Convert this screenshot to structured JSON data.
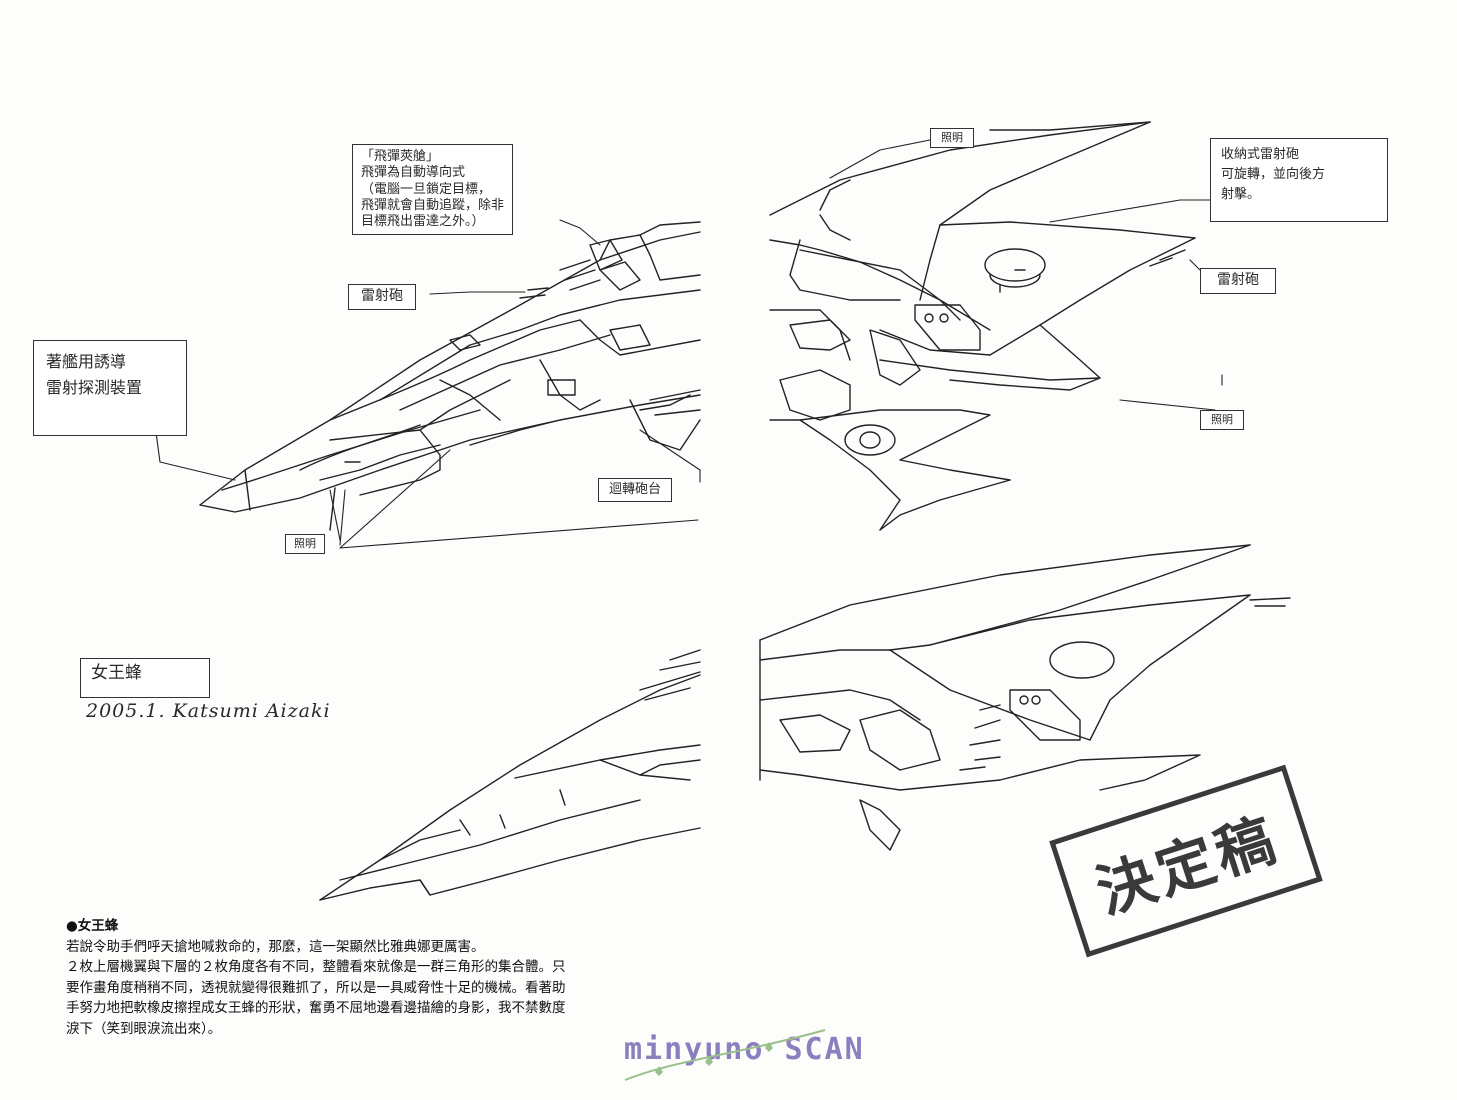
{
  "labels": {
    "missile_box": [
      "「飛彈莢艙」",
      "飛彈為自動導向式",
      "（電腦一旦鎖定目標，",
      "飛彈就會自動追蹤，除非",
      "目標飛出雷達之外。）"
    ],
    "laser_gun_left": "雷射砲",
    "guidance_box": [
      "著艦用誘導",
      "雷射探測裝置"
    ],
    "turret": "迴轉砲台",
    "lighting_bottom_left": "照明",
    "lighting_top": "照明",
    "retractable_box": [
      "收納式雷射砲",
      "可旋轉，並向後方",
      "射擊。"
    ],
    "laser_gun_right": "雷射砲",
    "lighting_right": "照明"
  },
  "name_tag": "女王蜂",
  "signature": "2005.1. Katsumi Aizaki",
  "stamp": "決定稿",
  "description": {
    "title": "●女王蜂",
    "lines": [
      "若說令助手們呼天搶地喊救命的，那麼，這一架顯然比雅典娜更厲害。",
      "２枚上層機翼與下層的２枚角度各有不同，整體看來就像是一群三角形的集合體。只",
      "要作畫角度稍稍不同，透視就變得很難抓了，所以是一具威脅性十足的機械。看著助",
      "手努力地把軟橡皮擦捏成女王蜂的形狀，奮勇不屈地邊看邊描繪的身影，我不禁數度",
      "淚下（笑到眼淚流出來）。"
    ]
  },
  "credit": "minyuno SCAN"
}
